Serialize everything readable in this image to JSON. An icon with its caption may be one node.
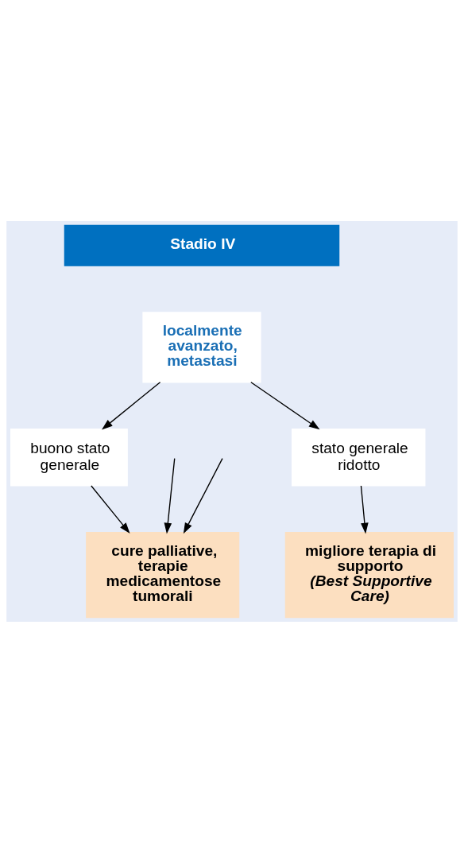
{
  "diagram": {
    "nodes": [
      {
        "text": [
          "Stadio IV"
        ]
      },
      {
        "text": [
          "localmente avanzato, metastasi"
        ]
      },
      {
        "text": [
          "buono stato generale"
        ]
      },
      {
        "text": [
          "stato generale ridotto"
        ]
      },
      {
        "text": [
          "migliore terapia di supporto",
          "(Best Supportive Care)"
        ]
      },
      {
        "text": [
          "cure palliative, terapie medicamentose tumorali"
        ]
      }
    ],
    "edges": [
      {
        "from": 1,
        "to": 2,
        "arrow": "to"
      },
      {
        "from": 1,
        "to": 3,
        "arrow": "to"
      },
      {
        "from": 3,
        "to": 4,
        "arrow": "to"
      },
      {
        "from": 2,
        "to": 5,
        "arrow": "to"
      },
      {
        "from": null,
        "to": 5,
        "arrow": "to"
      },
      {
        "from": null,
        "to": 5,
        "arrow": "to"
      }
    ]
  }
}
